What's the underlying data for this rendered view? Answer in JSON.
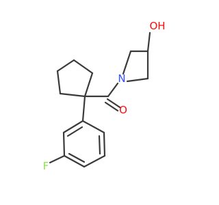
{
  "molecule": {
    "atoms": {
      "hydroxyl": {
        "label": "OH",
        "color": "#ff0d0d"
      },
      "nitrogen": {
        "label": "N",
        "color": "#3050f8"
      },
      "carbonyl_oxygen": {
        "label": "O",
        "color": "#ff0d0d"
      },
      "fluorine": {
        "label": "F",
        "color": "#90e050"
      }
    },
    "bond_color": "#3a3a3a"
  }
}
